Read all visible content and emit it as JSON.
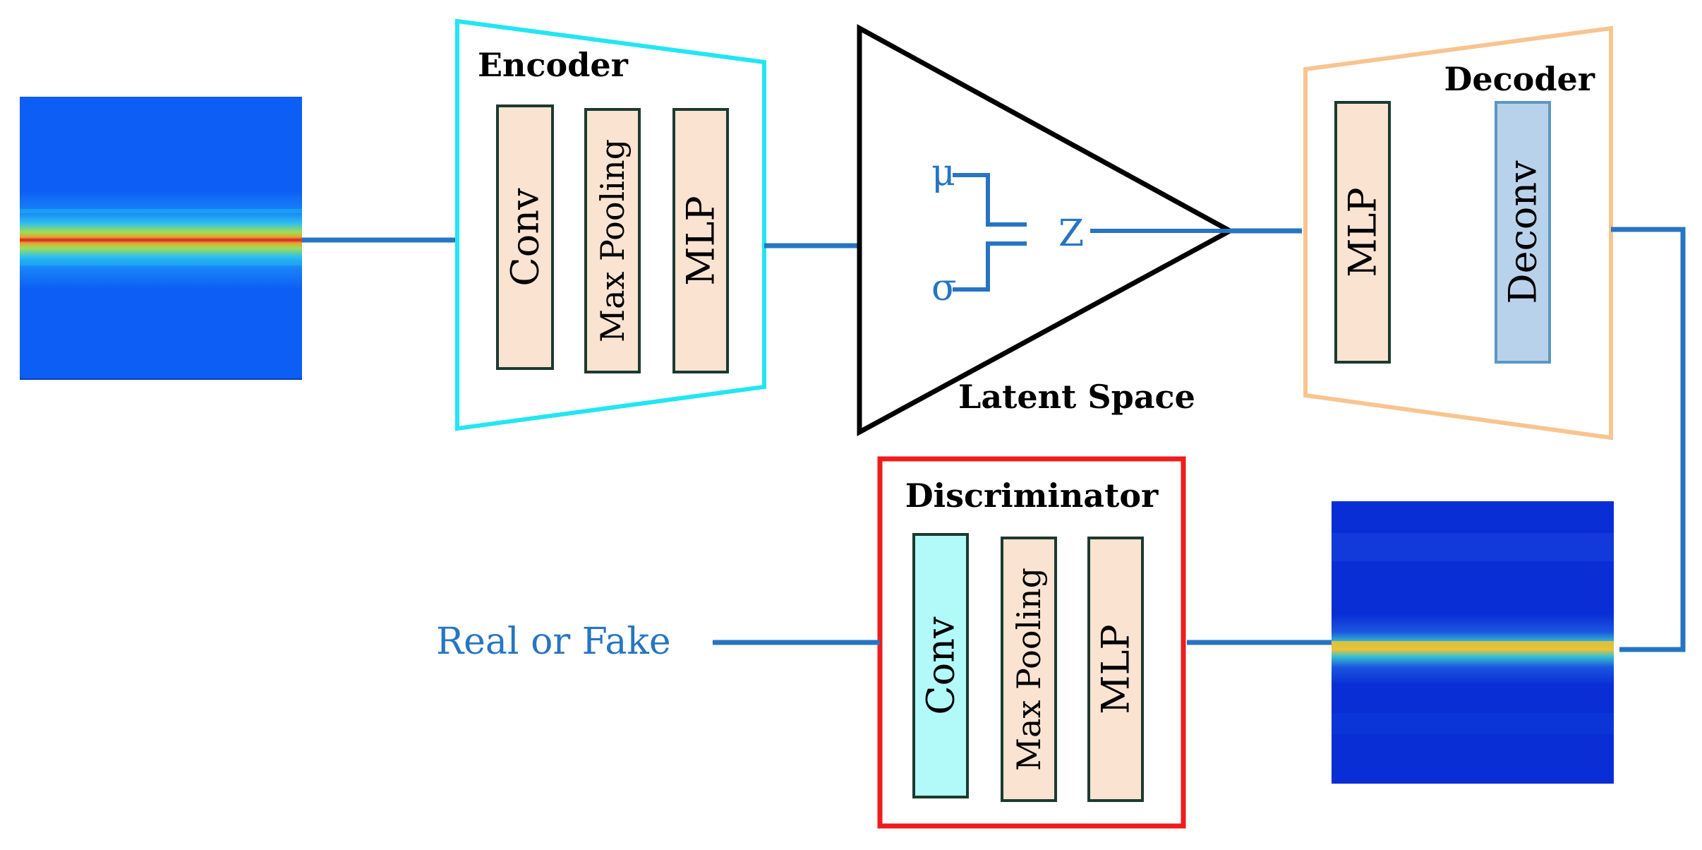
{
  "colors": {
    "arrow": "#2775c2",
    "encoder_border": "#22e6f2",
    "decoder_border": "#f9c490",
    "discriminator_border": "#ee1c1c",
    "block_fill": "#fbe3d2",
    "block_stroke": "#1c3a30",
    "deconv_fill": "#b9d2ec",
    "deconv_stroke": "#5e96c4",
    "disc_conv_fill": "#b2fafa",
    "heatmap_input_bg": "#0c5ef4",
    "heatmap_output_bg": "#0a2ed6"
  },
  "encoder": {
    "title": "Encoder",
    "blocks": [
      "Conv",
      "Max Pooling",
      "MLP"
    ]
  },
  "latent": {
    "title": "Latent Space",
    "mu": "μ",
    "sigma": "σ",
    "z": "Z"
  },
  "decoder": {
    "title": "Decoder",
    "blocks": [
      "MLP",
      "Deconv"
    ]
  },
  "discriminator": {
    "title": "Discriminator",
    "blocks": [
      "Conv",
      "Max Pooling",
      "MLP"
    ]
  },
  "output_label": "Real or Fake"
}
